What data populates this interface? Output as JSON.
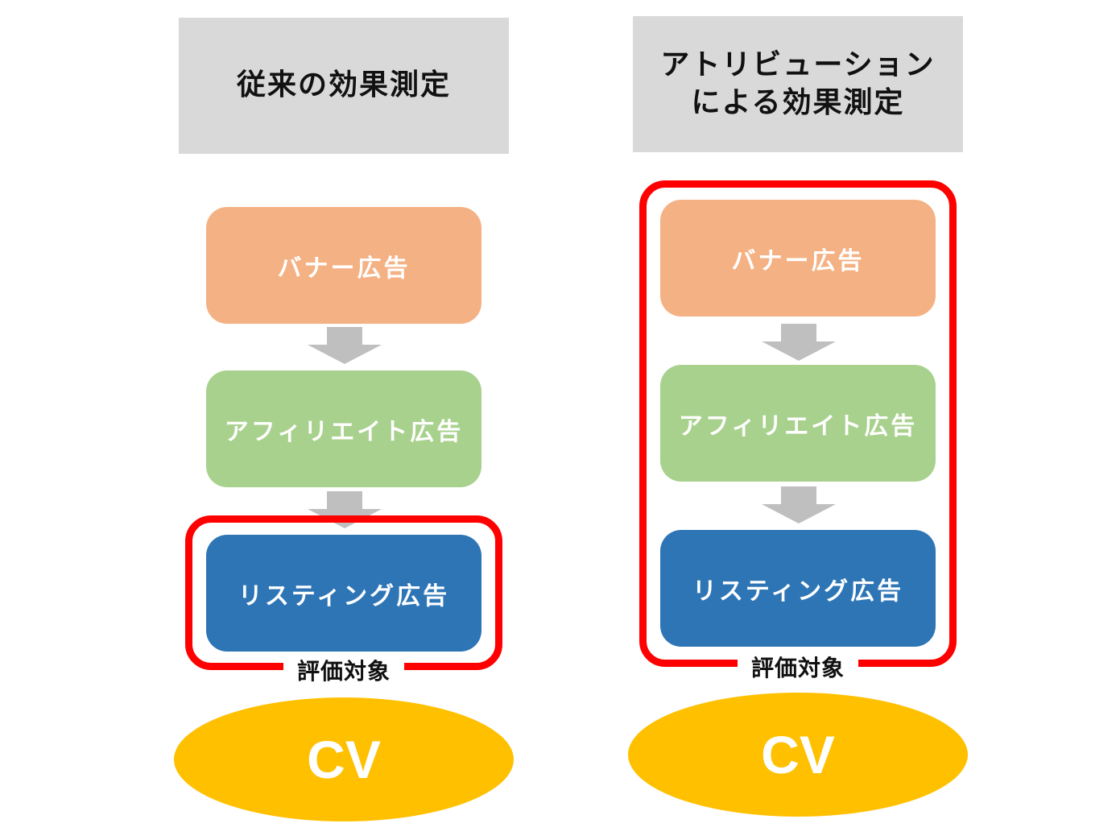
{
  "colors": {
    "header_bg": "#d9d9d9",
    "banner": "#f4b183",
    "affiliate": "#a9d18e",
    "listing": "#2e75b6",
    "frame": "#ff0000",
    "arrow": "#bfbfbf",
    "cv": "#ffc000"
  },
  "left": {
    "title": "従来の効果測定",
    "banner": "バナー広告",
    "affiliate": "アフィリエイト広告",
    "listing": "リスティング広告",
    "frame_label": "評価対象",
    "cv": "CV"
  },
  "right": {
    "title_line1": "アトリビューション",
    "title_line2": "による効果測定",
    "banner": "バナー広告",
    "affiliate": "アフィリエイト広告",
    "listing": "リスティング広告",
    "frame_label": "評価対象",
    "cv": "CV"
  }
}
